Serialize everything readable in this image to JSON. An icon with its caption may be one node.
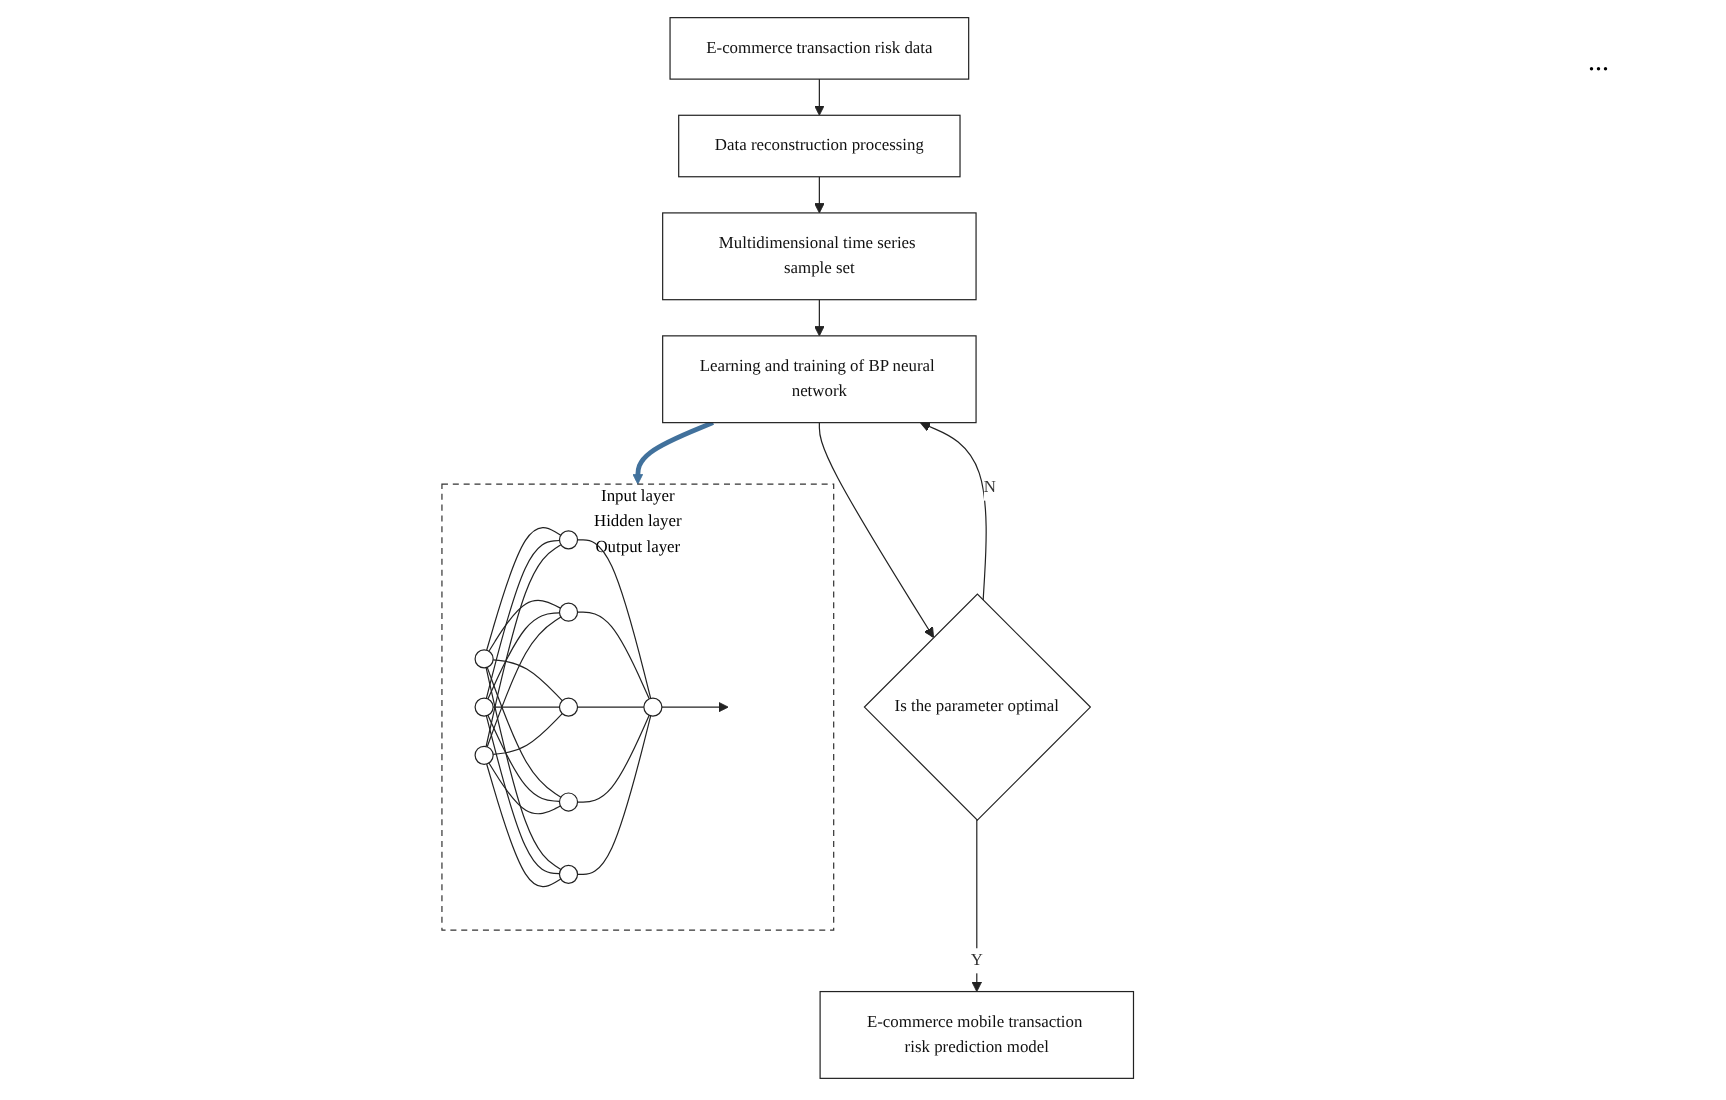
{
  "diagram": {
    "nodes": [
      {
        "text": [
          "E-commerce transaction risk data"
        ]
      },
      {
        "text": [
          "Data reconstruction processing"
        ]
      },
      {
        "text": [
          "Multidimensional time series sample set"
        ]
      },
      {
        "text": [
          "Learning and training of BP neural network"
        ]
      },
      {
        "text": [
          "Is the parameter optimal"
        ]
      },
      {
        "text": [
          "E-commerce mobile transaction risk prediction model"
        ]
      },
      {
        "text": [
          "Input layer",
          "Hidden layer",
          "Output layer"
        ]
      },
      {
        "text": [],
        "shape": "circle",
        "in": 6
      },
      {
        "text": [],
        "shape": "circle",
        "in": 6
      },
      {
        "text": [],
        "shape": "circle",
        "in": 6
      },
      {
        "text": [],
        "shape": "circle",
        "in": 6
      },
      {
        "text": [],
        "shape": "circle",
        "in": 6
      },
      {
        "text": [],
        "shape": "circle",
        "in": 6
      },
      {
        "text": [],
        "shape": "circle",
        "in": 6
      },
      {
        "text": [],
        "shape": "circle",
        "in": 6
      },
      {
        "text": [],
        "shape": "circle",
        "in": 6
      }
    ],
    "edges": [
      {
        "from": 0,
        "to": 1,
        "arrow": "to"
      },
      {
        "from": 1,
        "to": 2,
        "arrow": "to"
      },
      {
        "from": 2,
        "to": 3,
        "arrow": "to"
      },
      {
        "from": 3,
        "to": 4,
        "arrow": "to"
      },
      {
        "from": 4,
        "to": 3,
        "arrow": "to",
        "label": "N"
      },
      {
        "from": 4,
        "to": 5,
        "arrow": "to",
        "label": "Y"
      },
      {
        "from": 3,
        "to": 6,
        "arrow": "to",
        "style": "thick",
        "color": "#41719c"
      },
      {
        "from": 7,
        "to": 10,
        "arrow": "none"
      },
      {
        "from": 7,
        "to": 11,
        "arrow": "none"
      },
      {
        "from": 7,
        "to": 12,
        "arrow": "none"
      },
      {
        "from": 7,
        "to": 13,
        "arrow": "none"
      },
      {
        "from": 7,
        "to": 14,
        "arrow": "none"
      },
      {
        "from": 8,
        "to": 10,
        "arrow": "none"
      },
      {
        "from": 8,
        "to": 11,
        "arrow": "none"
      },
      {
        "from": 8,
        "to": 12,
        "arrow": "none"
      },
      {
        "from": 8,
        "to": 13,
        "arrow": "none"
      },
      {
        "from": 8,
        "to": 14,
        "arrow": "none"
      },
      {
        "from": 9,
        "to": 10,
        "arrow": "none"
      },
      {
        "from": 9,
        "to": 11,
        "arrow": "none"
      },
      {
        "from": 9,
        "to": 12,
        "arrow": "none"
      },
      {
        "from": 9,
        "to": 13,
        "arrow": "none"
      },
      {
        "from": 9,
        "to": 14,
        "arrow": "none"
      },
      {
        "from": 10,
        "to": 15,
        "arrow": "none"
      },
      {
        "from": 11,
        "to": 15,
        "arrow": "none"
      },
      {
        "from": 12,
        "to": 15,
        "arrow": "none"
      },
      {
        "from": 13,
        "to": 15,
        "arrow": "none"
      },
      {
        "from": 14,
        "to": 15,
        "arrow": "none"
      },
      {
        "from": 15,
        "to": null,
        "arrow": "to"
      }
    ],
    "labels": [
      "..."
    ]
  }
}
